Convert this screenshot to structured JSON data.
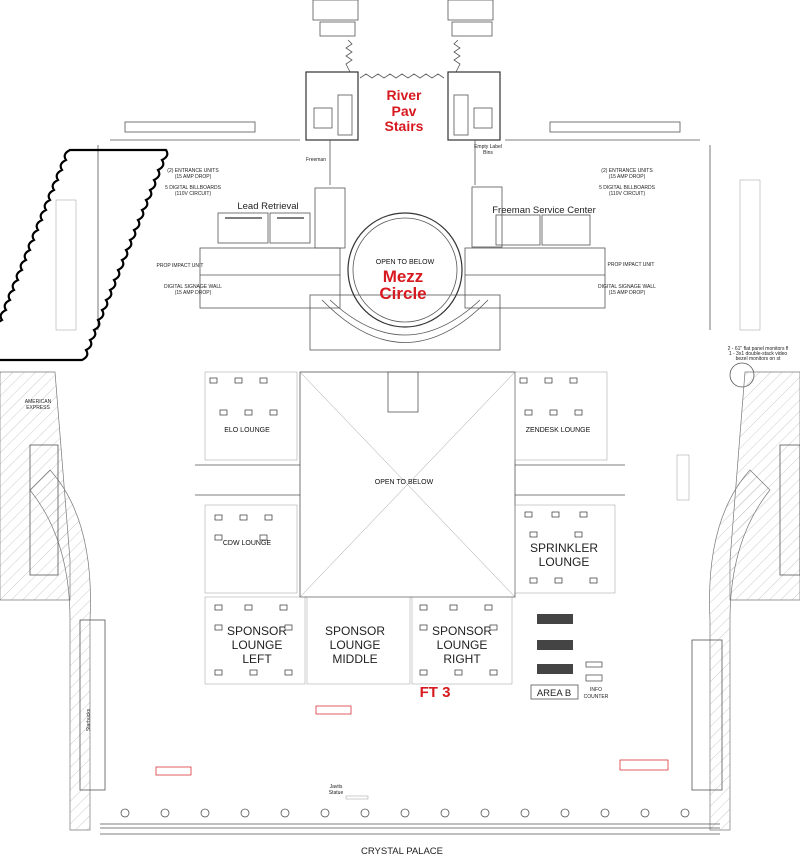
{
  "title": "Floor Plan",
  "colors": {
    "highlight": "#d71920",
    "line": "#555555",
    "background": "#ffffff"
  },
  "top": {
    "river_pav": [
      "River",
      "Pav",
      "Stairs"
    ],
    "freeman_label": "Freeman",
    "empty_label_bins": [
      "Empty Label",
      "Bins"
    ]
  },
  "mezz": {
    "open_to_below": "OPEN TO BELOW",
    "title": [
      "Mezz",
      "Circle"
    ]
  },
  "booths": {
    "lead_retrieval": "Lead Retrieval",
    "freeman_service_center": "Freeman Service Center"
  },
  "notes": {
    "entrance_units": [
      "(2) ENTRANCE UNITS",
      "(15 AMP DROP)"
    ],
    "digital_billboards": [
      "5 DIGITAL BILLBOARDS",
      "(110V CIRCUIT)"
    ],
    "signage_wall": [
      "DIGITAL SIGNAGE WALL",
      "(15 AMP DROP)"
    ],
    "prop_impact": "PROP IMPACT UNIT",
    "monitors": [
      "2 - 61\" flat panel monitors fl",
      "1 - 3x1 double-stack video",
      "bezel monitors on st"
    ]
  },
  "areas": {
    "american_express": [
      "AMERICAN",
      "EXPRESS"
    ],
    "elo": "ELO LOUNGE",
    "zendesk": "ZENDESK  LOUNGE",
    "open_to_below": "OPEN TO BELOW",
    "cdw": "CDW LOUNGE",
    "sprinkler": [
      "SPRINKLER",
      "LOUNGE"
    ],
    "sponsor_left": [
      "SPONSOR",
      "LOUNGE",
      "LEFT"
    ],
    "sponsor_middle": [
      "SPONSOR",
      "LOUNGE",
      "MIDDLE"
    ],
    "sponsor_right": [
      "SPONSOR",
      "LOUNGE",
      "RIGHT"
    ],
    "ft3": "FT 3",
    "area_b": "AREA B",
    "info_counter": [
      "INFO",
      "COUNTER"
    ],
    "starbucks": "Starbucks",
    "javits_statue": [
      "Javits",
      "Statue"
    ],
    "crystal_palace": "CRYSTAL PALACE"
  }
}
